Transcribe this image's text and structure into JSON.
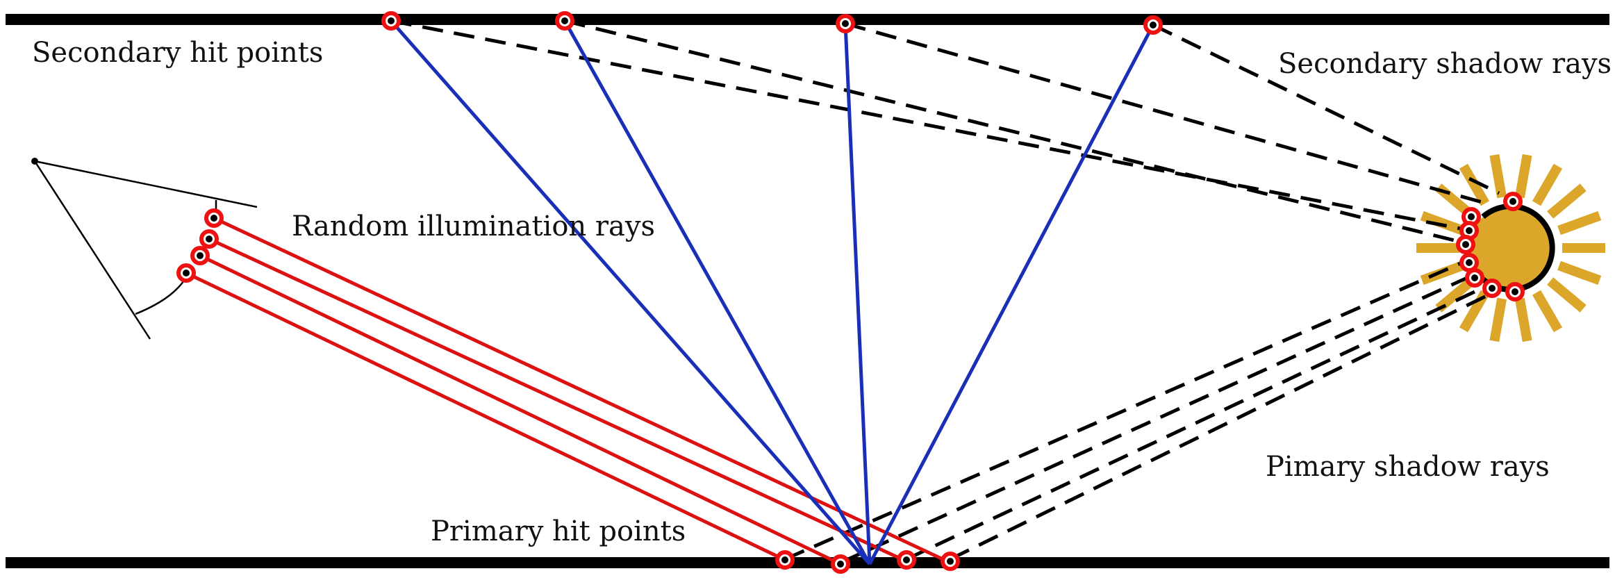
{
  "labels": {
    "secondary_hit_points": "Secondary hit points",
    "random_illumination_rays": "Random illumination rays",
    "secondary_shadow_rays": "Secondary shadow rays",
    "primary_shadow_rays": "Pimary shadow rays",
    "primary_hit_points": "Primary hit points"
  },
  "colors": {
    "surface": "#000000",
    "illumination_ray": "#dd1111",
    "secondary_ray": "#1a2fb8",
    "shadow_ray": "#000000",
    "hit_point_ring": "#ee1111",
    "hit_point_center": "#000000",
    "light_source": "#dba62a"
  }
}
